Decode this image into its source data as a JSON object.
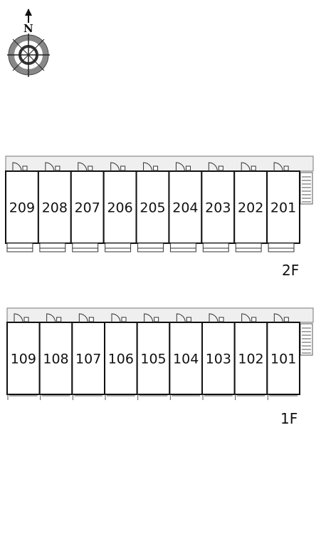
{
  "compass": {
    "north_label": "N",
    "icon": "compass-rose-icon"
  },
  "floors": [
    {
      "id": "2F",
      "label": "2F",
      "units": [
        "209",
        "208",
        "207",
        "206",
        "205",
        "204",
        "203",
        "202",
        "201"
      ],
      "has_balconies": true
    },
    {
      "id": "1F",
      "label": "1F",
      "units": [
        "109",
        "108",
        "107",
        "106",
        "105",
        "104",
        "103",
        "102",
        "101"
      ],
      "has_balconies": false
    }
  ],
  "colors": {
    "walkway": "#efefef",
    "wall": "#111111",
    "stair": "#555555"
  }
}
